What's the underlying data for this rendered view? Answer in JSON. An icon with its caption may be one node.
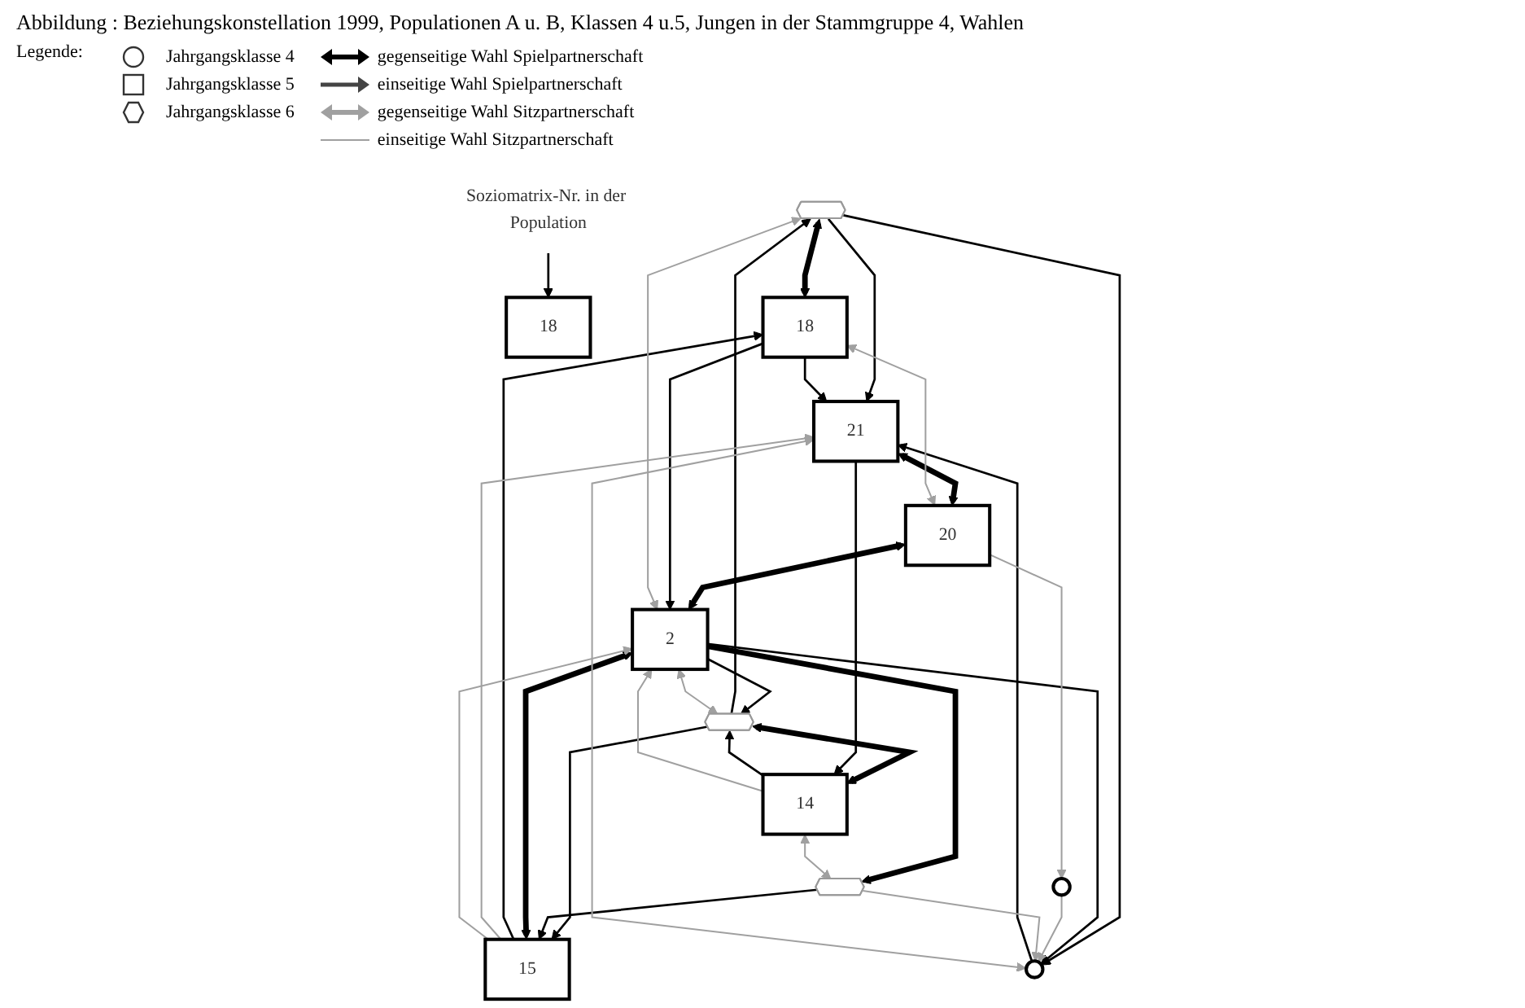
{
  "diagram": {
    "title": "Abbildung : Beziehungskonstellation 1999, Populationen A u. B, Klassen 4 u.5, Jungen in der Stammgruppe 4, Wahlen",
    "nodes": [
      {
        "text": [
          "18"
        ]
      },
      {
        "text": [
          "Soziomatrix-Nr. in der Population"
        ]
      },
      {
        "text": [],
        "shape": "hexagon"
      },
      {
        "text": [],
        "shape": "hexagon"
      },
      {
        "text": [],
        "shape": "hexagon"
      },
      {
        "text": [],
        "shape": "circle"
      },
      {
        "text": [
          "15"
        ]
      },
      {
        "text": [],
        "shape": "circle"
      },
      {
        "text": [
          "18"
        ]
      },
      {
        "text": [
          "20"
        ]
      },
      {
        "text": [
          "14"
        ]
      },
      {
        "text": [
          "2"
        ]
      },
      {
        "text": [
          "21"
        ]
      }
    ],
    "edges": [
      {
        "from": 1,
        "to": 0,
        "arrow": "to"
      },
      {
        "from": 3,
        "to": 2,
        "arrow": "to"
      },
      {
        "from": 2,
        "to": 8,
        "arrow": "both",
        "style": "thick"
      },
      {
        "from": 2,
        "to": 7,
        "arrow": "to"
      },
      {
        "from": 11,
        "to": 4,
        "arrow": "to",
        "style": "thick"
      },
      {
        "from": 11,
        "to": 3,
        "arrow": "to"
      },
      {
        "from": 6,
        "to": 11,
        "arrow": "both",
        "style": "thick"
      },
      {
        "from": 9,
        "to": 11,
        "arrow": "both",
        "style": "thick"
      },
      {
        "from": 3,
        "to": 10,
        "arrow": "both",
        "style": "thick"
      },
      {
        "from": 12,
        "to": 9,
        "arrow": "both",
        "style": "thick"
      },
      {
        "from": 6,
        "to": 8,
        "arrow": "to"
      },
      {
        "from": 3,
        "to": 6,
        "arrow": "to"
      },
      {
        "from": 4,
        "to": 6,
        "arrow": "to"
      },
      {
        "from": 12,
        "to": 10,
        "arrow": "to"
      },
      {
        "from": 2,
        "to": 12,
        "arrow": "to"
      },
      {
        "from": 8,
        "to": 12,
        "arrow": "to"
      },
      {
        "from": 11,
        "to": 7,
        "arrow": "to"
      },
      {
        "from": 10,
        "to": 3,
        "arrow": "to"
      },
      {
        "from": 8,
        "to": 11,
        "arrow": "to"
      },
      {
        "from": 7,
        "to": 12,
        "arrow": "to"
      },
      {
        "from": 10,
        "to": 11,
        "arrow": "to",
        "color": "#a0a0a0"
      },
      {
        "from": 7,
        "to": 12,
        "arrow": "both",
        "color": "#a0a0a0"
      },
      {
        "from": 2,
        "to": 11,
        "arrow": "both",
        "color": "#a0a0a0"
      },
      {
        "from": 9,
        "to": 5,
        "arrow": "to",
        "color": "#a0a0a0"
      },
      {
        "from": 5,
        "to": 7,
        "arrow": "to",
        "color": "#a0a0a0"
      },
      {
        "from": 6,
        "to": 12,
        "arrow": "to",
        "color": "#a0a0a0"
      },
      {
        "from": 9,
        "to": 8,
        "arrow": "both",
        "color": "#a0a0a0"
      },
      {
        "from": 10,
        "to": 4,
        "arrow": "both",
        "color": "#a0a0a0"
      },
      {
        "from": 3,
        "to": 11,
        "arrow": "both",
        "color": "#a0a0a0"
      },
      {
        "from": 6,
        "to": 11,
        "arrow": "to",
        "color": "#a0a0a0"
      },
      {
        "from": 4,
        "to": 7,
        "arrow": "to",
        "color": "#a0a0a0"
      }
    ],
    "labels": [
      "Legende:"
    ],
    "legend": [
      {
        "text": "Jahrgangsklasse 4"
      },
      {
        "text": "Jahrgangsklasse 5"
      },
      {
        "text": "Jahrgangsklasse 6"
      },
      {
        "text": "gegenseitige Wahl Spielpartnerschaft"
      },
      {
        "text": "einseitige Wahl Spielpartnerschaft"
      },
      {
        "text": "gegenseitige Wahl Sitzpartnerschaft"
      },
      {
        "text": "einseitige Wahl Sitzpartnerschaft"
      }
    ]
  }
}
